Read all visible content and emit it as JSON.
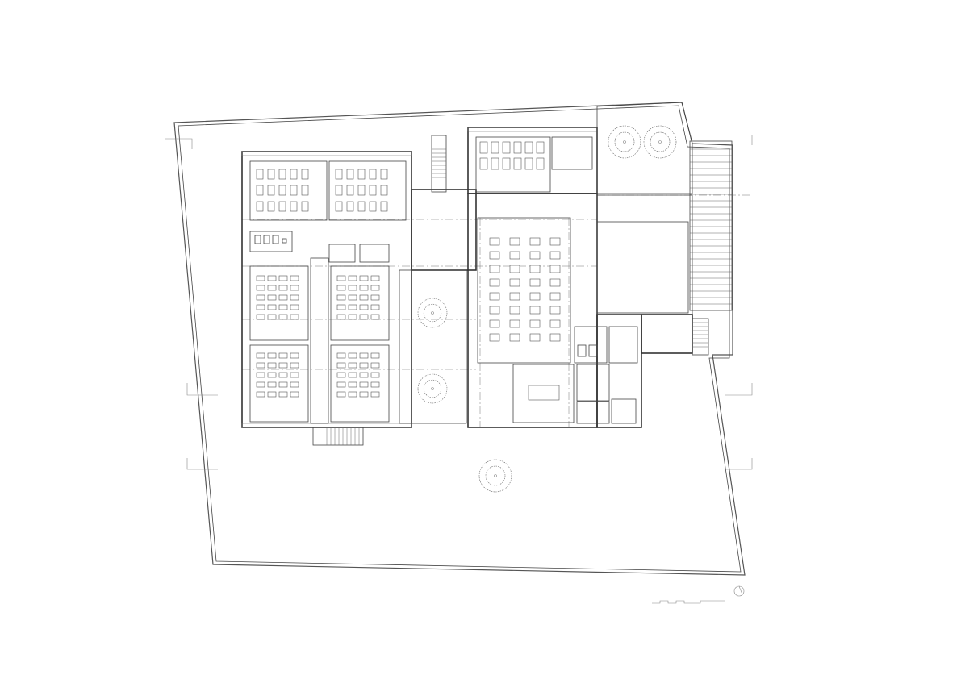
{
  "drawing": {
    "kind": "architectural-floor-plan",
    "text_labels": [],
    "line_color": "#333333",
    "background": "#ffffff"
  },
  "classrooms": {
    "upper_wing": {
      "count": 2,
      "desk_rows": 3,
      "desk_cols": 5
    },
    "west_wing": {
      "count": 4,
      "desk_rows": 5,
      "desk_cols": 4
    }
  },
  "hall": {
    "desk_rows": 8,
    "desk_cols": 4
  },
  "courtyard_trees": 3,
  "garden_trees": 2,
  "icons": {
    "north_arrow": "north-arrow-icon",
    "scale_bar": "scale-bar-icon"
  }
}
